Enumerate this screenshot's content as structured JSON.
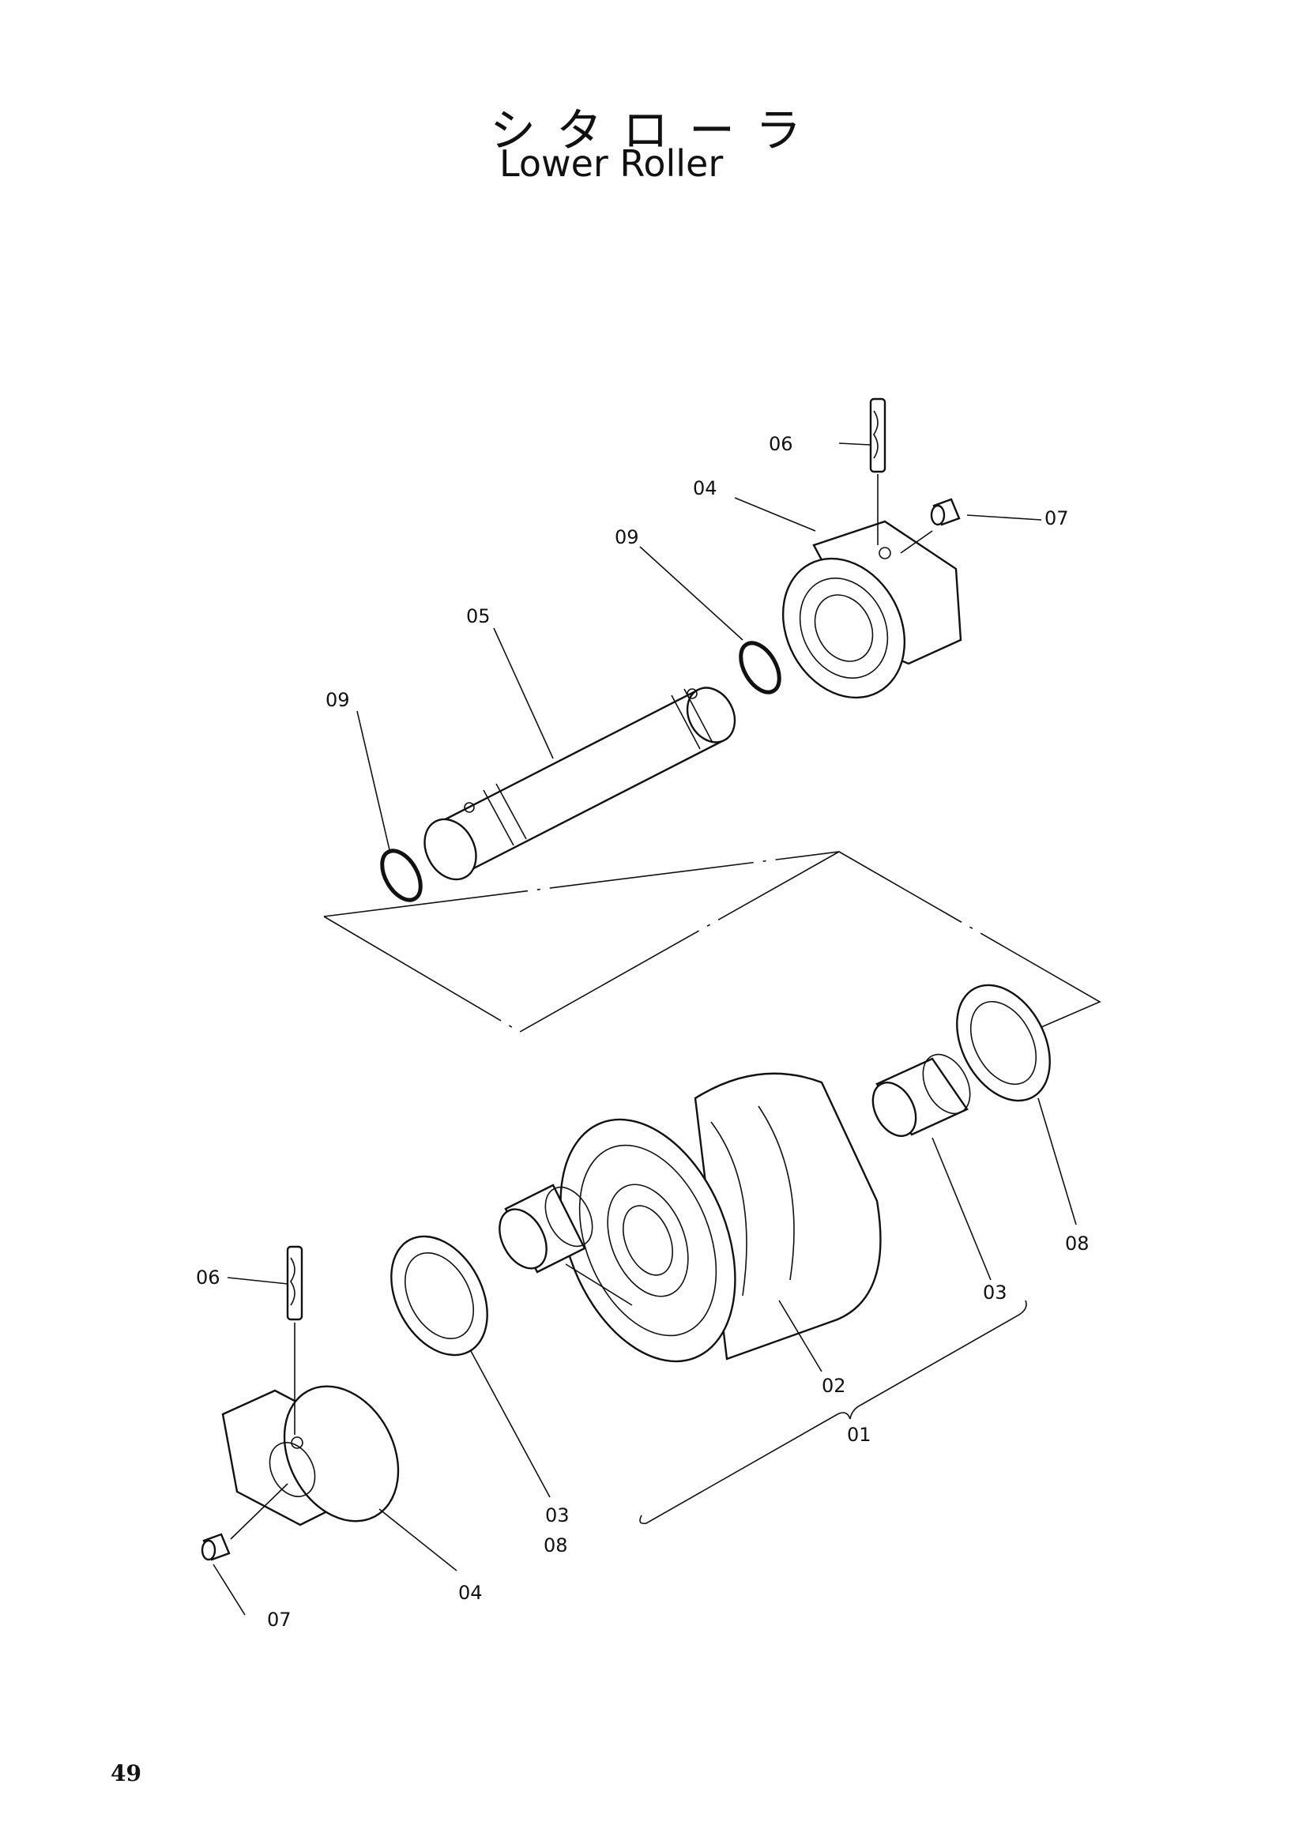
{
  "header": {
    "title_ja": "シタローラ",
    "title_en": "Lower Roller"
  },
  "labels": {
    "l01": "01",
    "l02": "02",
    "l03a": "03",
    "l03b": "03",
    "l04a": "04",
    "l04b": "04",
    "l05": "05",
    "l06a": "06",
    "l06b": "06",
    "l07a": "07",
    "l07b": "07",
    "l08a": "08",
    "l08b": "08",
    "l09a": "09",
    "l09b": "09"
  },
  "footer": {
    "page_number": "49"
  }
}
